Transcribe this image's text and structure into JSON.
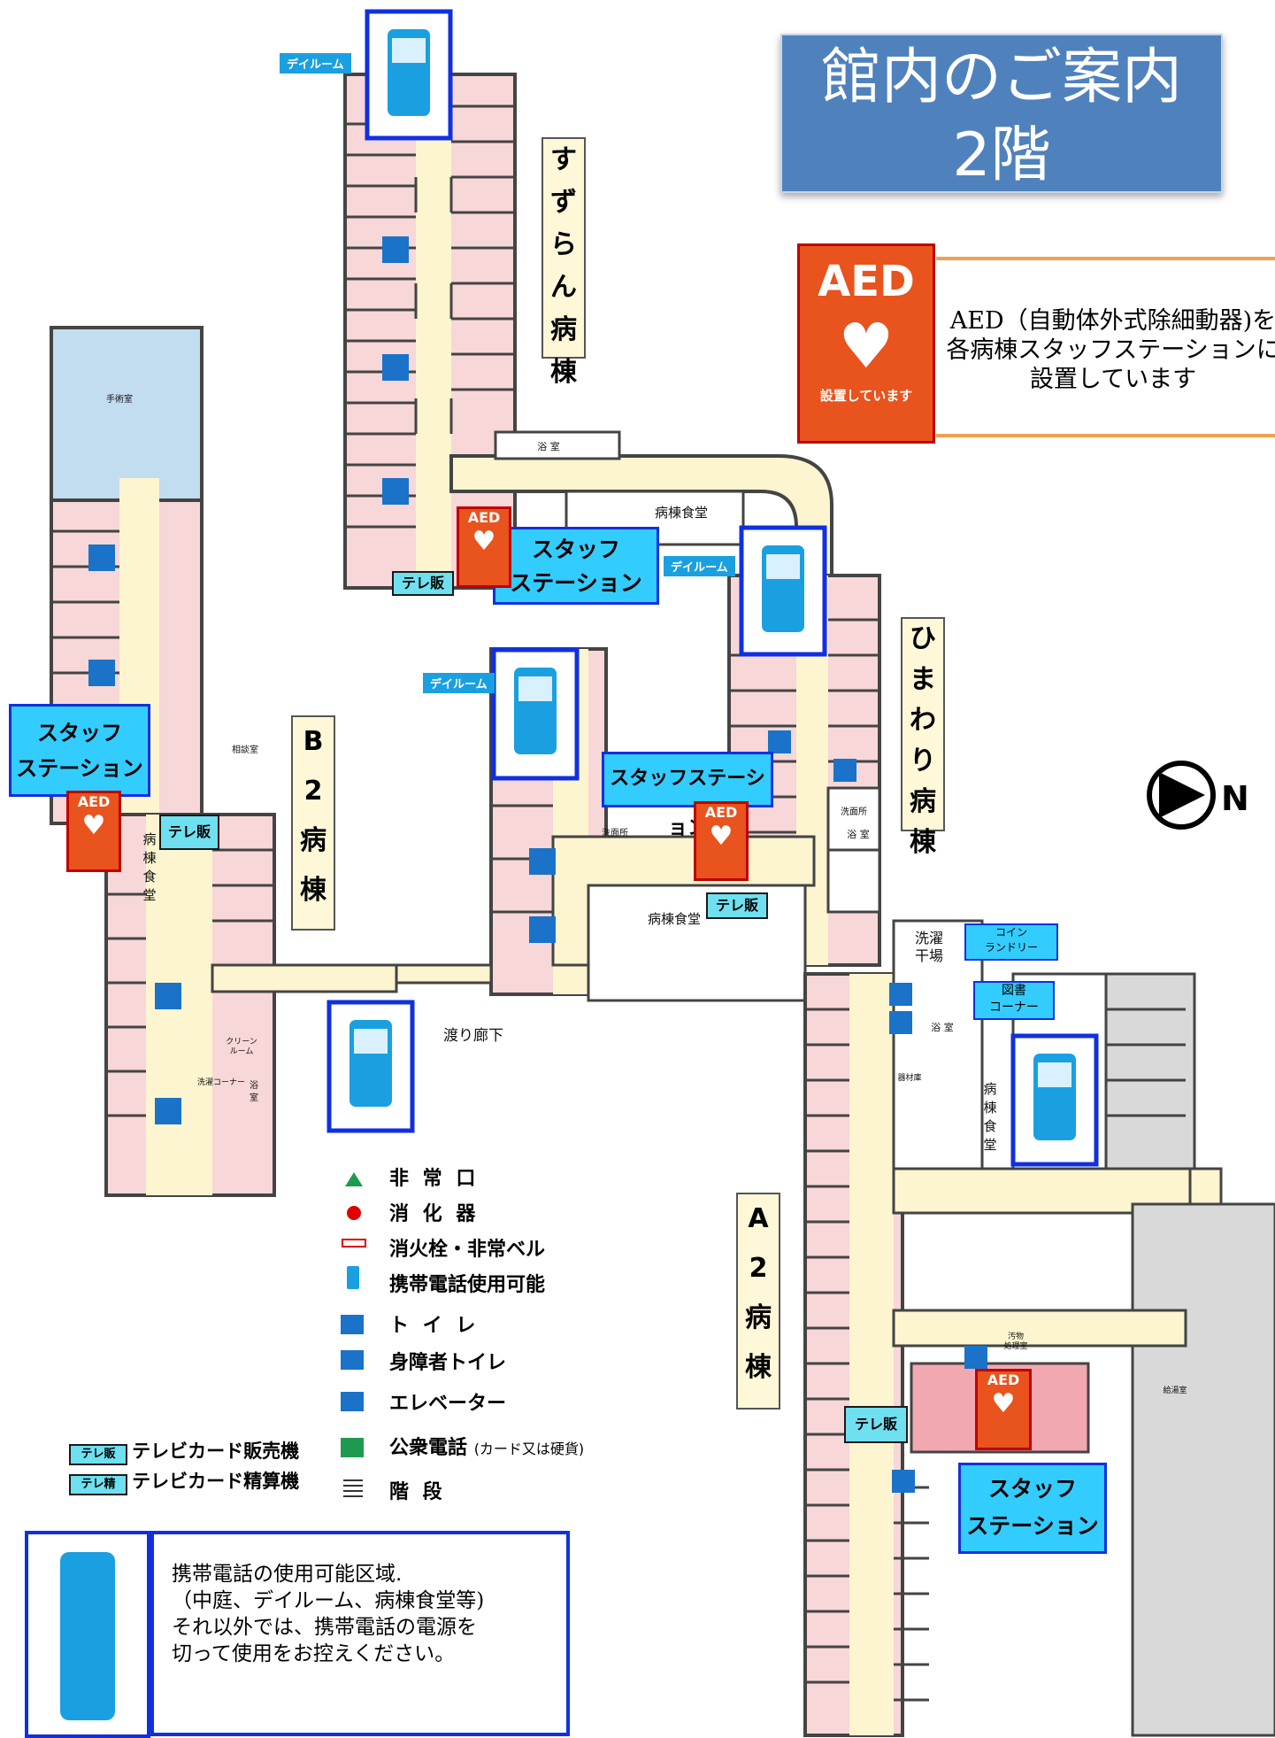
{
  "title": {
    "line1": "館内のご案内",
    "line2": "2階"
  },
  "aed_notice": {
    "badge": "AED",
    "badge_sub": "設置しています",
    "text": "AED（自動体外式除細動器)を\n各病棟スタッフステーションに\n設置しています"
  },
  "wards": {
    "suzuran": "すずらん病棟",
    "himawari": "ひまわり病棟",
    "b2": "B\n2\n病\n棟",
    "a2": "A\n2\n病\n棟"
  },
  "labels": {
    "staff_station": "スタッフ\nステーション",
    "staff_station_single": "スタッフステーション",
    "day_room": "デイルーム",
    "ward_dining": "病棟食堂",
    "ward_dining_vertical": "病\n棟\n食\n堂",
    "tel_sales": "テレ販",
    "bath": "浴 室",
    "bath_vertical": "浴\n室",
    "washroom": "洗面所",
    "consult": "相談室",
    "surgery": "手術室",
    "corridor": "渡り廊下",
    "laundry_dry": "洗濯\n干場",
    "coin_laundry": "コイン\nランドリー",
    "library": "図書\nコーナー",
    "clean_room": "クリーン\nルーム",
    "wash_corner": "洗濯コーナー",
    "storage": "器材庫",
    "dirty_room": "汚物\n処理室",
    "hot_water": "給湯室",
    "compass": "N"
  },
  "legend": [
    {
      "icon": "exit-triangle-icon",
      "label": "非 常 口"
    },
    {
      "icon": "fire-extinguisher-icon",
      "label": "消 化 器"
    },
    {
      "icon": "hydrant-bell-icon",
      "label": "消火栓・非常ベル"
    },
    {
      "icon": "mobile-phone-icon",
      "label": "携帯電話使用可能"
    },
    {
      "icon": "toilet-icon",
      "label": "ト イ レ"
    },
    {
      "icon": "accessible-toilet-icon",
      "label": "身障者トイレ"
    },
    {
      "icon": "elevator-icon",
      "label": "エレベーター"
    },
    {
      "icon": "public-phone-icon",
      "label": "公衆電話",
      "note": "(カード又は硬貨)"
    },
    {
      "icon": "stairs-icon",
      "label": "階 段"
    }
  ],
  "legend_tv": [
    {
      "badge": "テレ販",
      "label": "テレビカード販売機"
    },
    {
      "badge": "テレ精",
      "label": "テレビカード精算機"
    }
  ],
  "phone_info": "携帯電話の使用可能区域.\n（中庭、デイルーム、病棟食堂等)\nそれ以外では、携帯電話の電源を\n切って使用をお控えください。",
  "colors": {
    "room": "#f7d7d7",
    "corridor": "#fdf5d0",
    "surgery": "#c2dcf0",
    "title_bg": "#4f81bd",
    "callout": "#33ccff",
    "aed": "#e9531d"
  }
}
